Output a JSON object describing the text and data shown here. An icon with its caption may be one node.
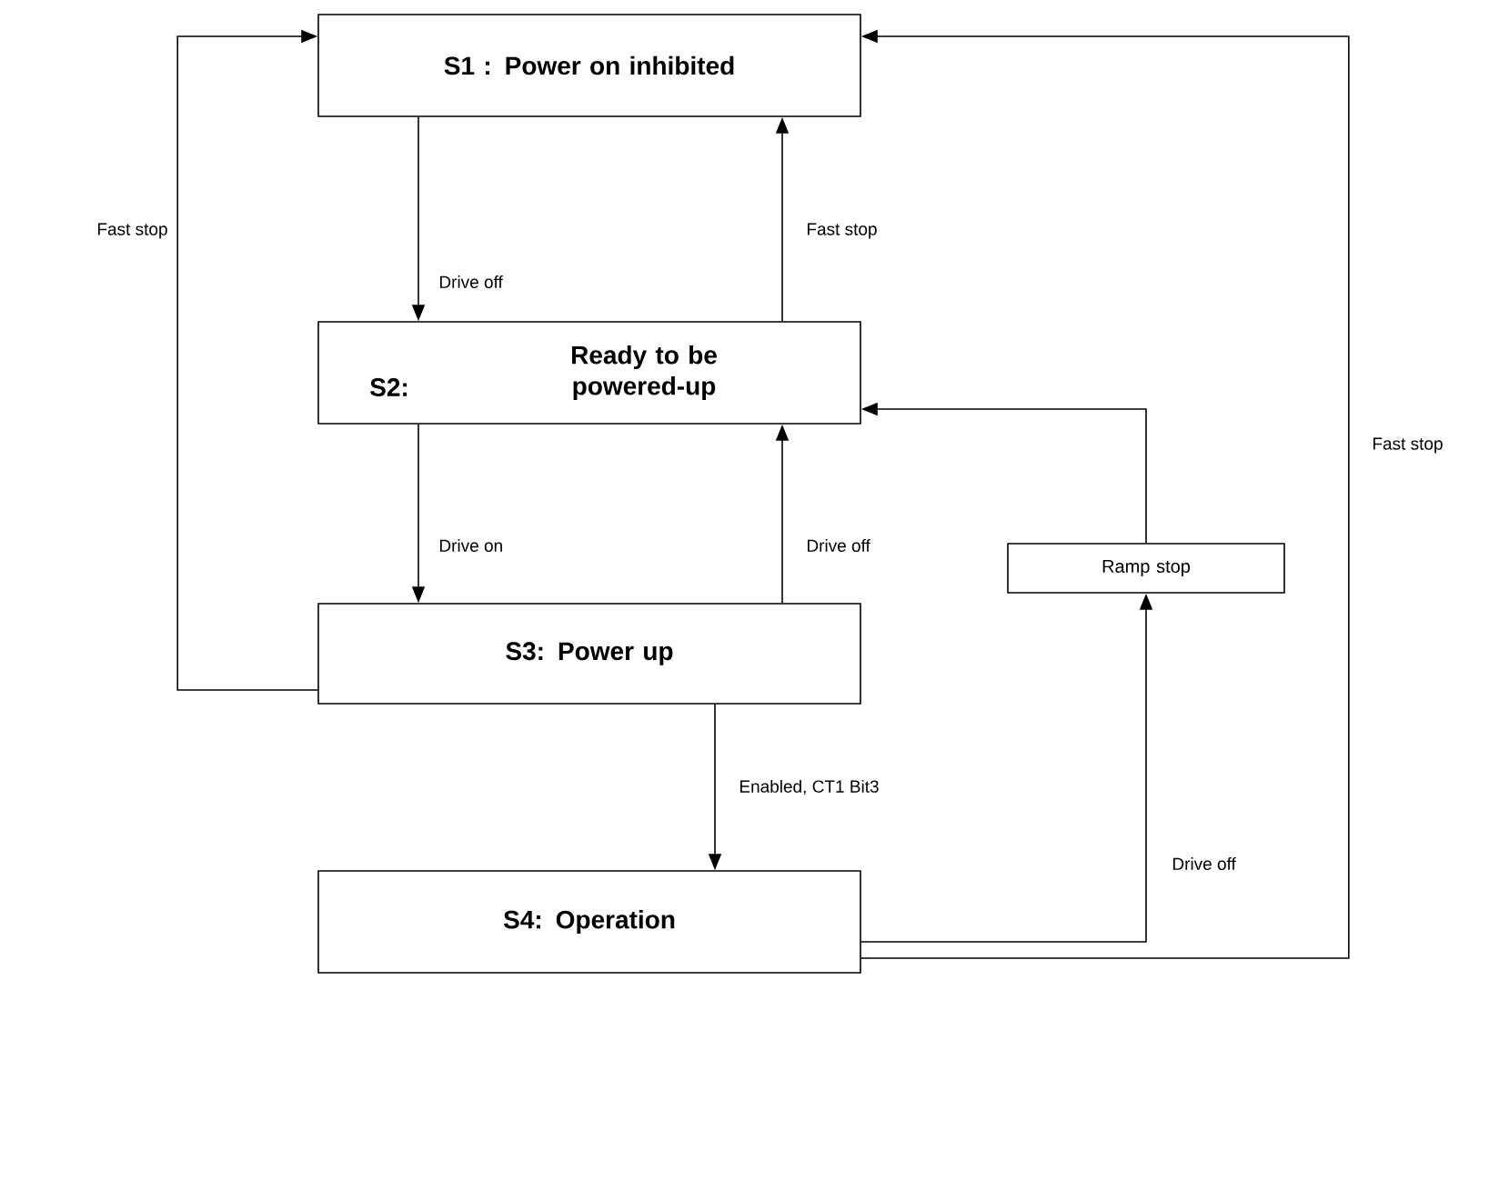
{
  "diagram": {
    "nodes": [
      {
        "text": [
          "S1 : Power on inhibited"
        ]
      },
      {
        "text": [
          "S2:",
          "Ready to be powered-up"
        ]
      },
      {
        "text": [
          "S3: Power up"
        ]
      },
      {
        "text": [
          "Ramp stop"
        ]
      },
      {
        "text": [
          "S4: Operation"
        ]
      }
    ],
    "edges": [
      {
        "from": 0,
        "to": 1,
        "arrow": "to",
        "label": "Drive off"
      },
      {
        "from": 1,
        "to": 2,
        "arrow": "to",
        "label": "Drive on"
      },
      {
        "from": 2,
        "to": 4,
        "arrow": "to",
        "label": "Enabled, CT1 Bit3"
      },
      {
        "from": 1,
        "to": 0,
        "arrow": "to",
        "label": "Fast stop"
      },
      {
        "from": 2,
        "to": 1,
        "arrow": "to",
        "label": "Drive off"
      },
      {
        "from": 2,
        "to": 0,
        "arrow": "to",
        "label": "Fast stop"
      },
      {
        "from": 4,
        "to": 3,
        "arrow": "to",
        "label": "Drive off"
      },
      {
        "from": 3,
        "to": 1,
        "arrow": "to"
      },
      {
        "from": 4,
        "to": 0,
        "arrow": "to",
        "label": "Fast stop"
      }
    ]
  }
}
